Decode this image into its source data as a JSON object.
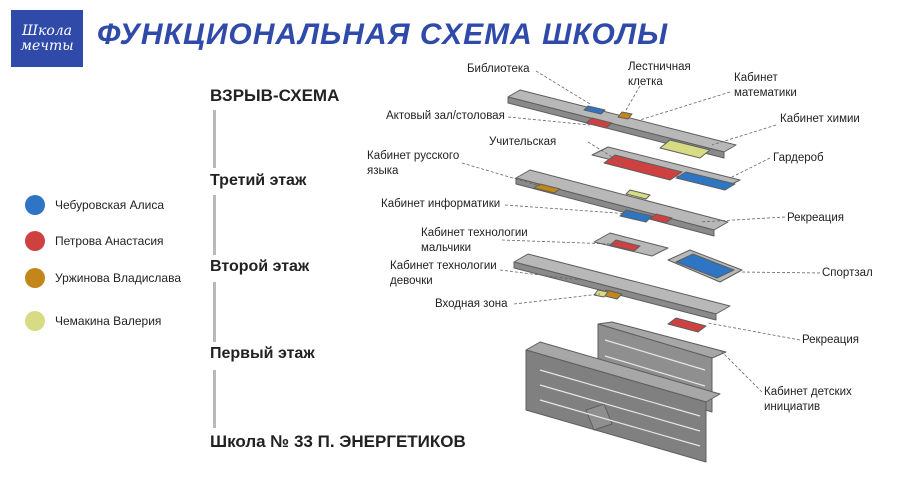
{
  "logo": {
    "line1": "Школа",
    "line2": "мечты"
  },
  "title": "ФУНКЦИОНАЛЬНАЯ СХЕМА ШКОЛЫ",
  "stages": {
    "explode": "ВЗРЫВ-СХЕМА",
    "floor3": "Третий этаж",
    "floor2": "Второй этаж",
    "floor1": "Первый этаж",
    "school": "Школа № 33 П. ЭНЕРГЕТИКОВ"
  },
  "legend": [
    {
      "name": "Чебуровская Алиса",
      "color": "#2e75c4"
    },
    {
      "name": "Петрова Анастасия",
      "color": "#cf4040"
    },
    {
      "name": "Уржинова Владислава",
      "color": "#c2861b"
    },
    {
      "name": "Чемакина Валерия",
      "color": "#d7dc84"
    }
  ],
  "callouts": {
    "library": "Библиотека",
    "stairs_line1": "Лестничная",
    "stairs_line2": "клетка",
    "math_line1": "Кабинет",
    "math_line2": "математики",
    "assembly": "Актовый зал/столовая",
    "chemistry": "Кабинет химии",
    "teachers": "Учительская",
    "russian_line1": "Кабинет русского",
    "russian_line2": "языка",
    "wardrobe": "Гардероб",
    "informatics": "Кабинет информатики",
    "recreation_top": "Рекреация",
    "tech_boys_line1": "Кабинет технологии",
    "tech_boys_line2": "мальчики",
    "tech_girls_line1": "Кабинет технологии",
    "tech_girls_line2": "девочки",
    "gym": "Спортзал",
    "entrance": "Входная зона",
    "recreation_bottom": "Рекреация",
    "children_line1": "Кабинет детских",
    "children_line2": "инициатив"
  }
}
